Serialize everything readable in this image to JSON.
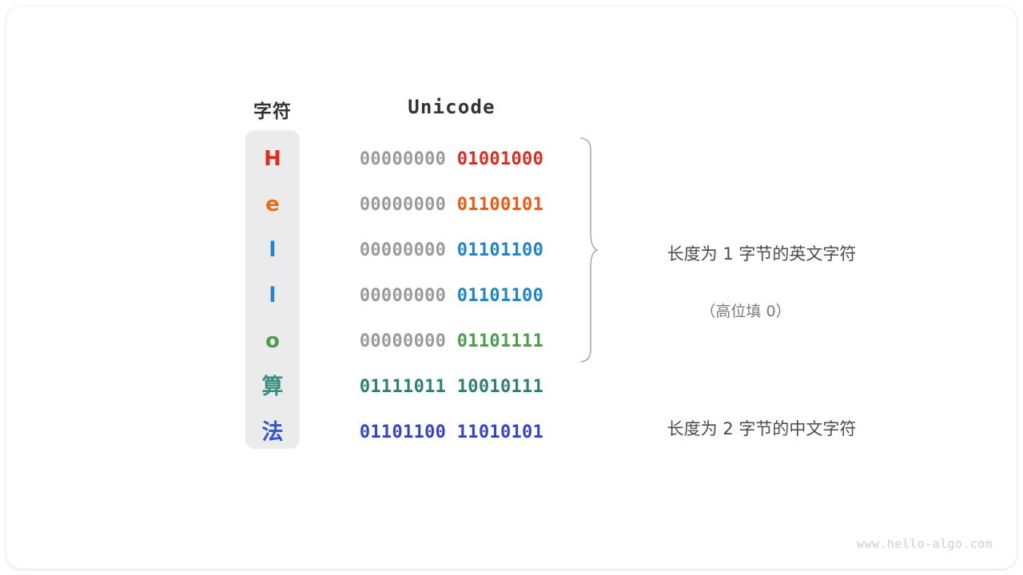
{
  "figure": {
    "headers": {
      "char": "字符",
      "unicode": "Unicode"
    },
    "rows": [
      {
        "char": "H",
        "char_color": "#E02B20",
        "high_byte": "00000000",
        "low_byte": "01001000",
        "code_color": "#E02B20"
      },
      {
        "char": "e",
        "char_color": "#EE6B12",
        "high_byte": "00000000",
        "low_byte": "01100101",
        "code_color": "#EE5A12"
      },
      {
        "char": "l",
        "char_color": "#2185D0",
        "high_byte": "00000000",
        "low_byte": "01101100",
        "code_color": "#1F84CF"
      },
      {
        "char": "l",
        "char_color": "#2185D0",
        "high_byte": "00000000",
        "low_byte": "01101100",
        "code_color": "#1F84CF"
      },
      {
        "char": "o",
        "char_color": "#4C9E4B",
        "high_byte": "00000000",
        "low_byte": "01101111",
        "code_color": "#4C9E4B"
      },
      {
        "char": "算",
        "char_color": "#3C8F80",
        "high_byte": "01111011",
        "low_byte": "10010111",
        "code_color": "#2E8073"
      },
      {
        "char": "法",
        "char_color": "#3355CC",
        "high_byte": "01101100",
        "low_byte": "11010101",
        "code_color": "#3344CC"
      }
    ],
    "annotations": [
      {
        "line1": "长度为 1 字节的英文字符",
        "line2": "（高位填 0）",
        "covers_rows": [
          0,
          1,
          2,
          3,
          4
        ]
      },
      {
        "line1": "长度为 2 字节的中文字符",
        "line2": "",
        "covers_rows": [
          5,
          6
        ]
      }
    ],
    "footer": "www.hello-algo.com",
    "palette": {
      "background": "#ffffff",
      "char_column_bg": "#ebebeb",
      "header_text": "#333333",
      "high_byte_text": "#9a9a9a",
      "annotation_text": "#4b4b4b",
      "annotation_sub_text": "#7b7b7b",
      "brace_stroke": "#aaaaaa",
      "footer_text": "#cfcfcf"
    }
  }
}
